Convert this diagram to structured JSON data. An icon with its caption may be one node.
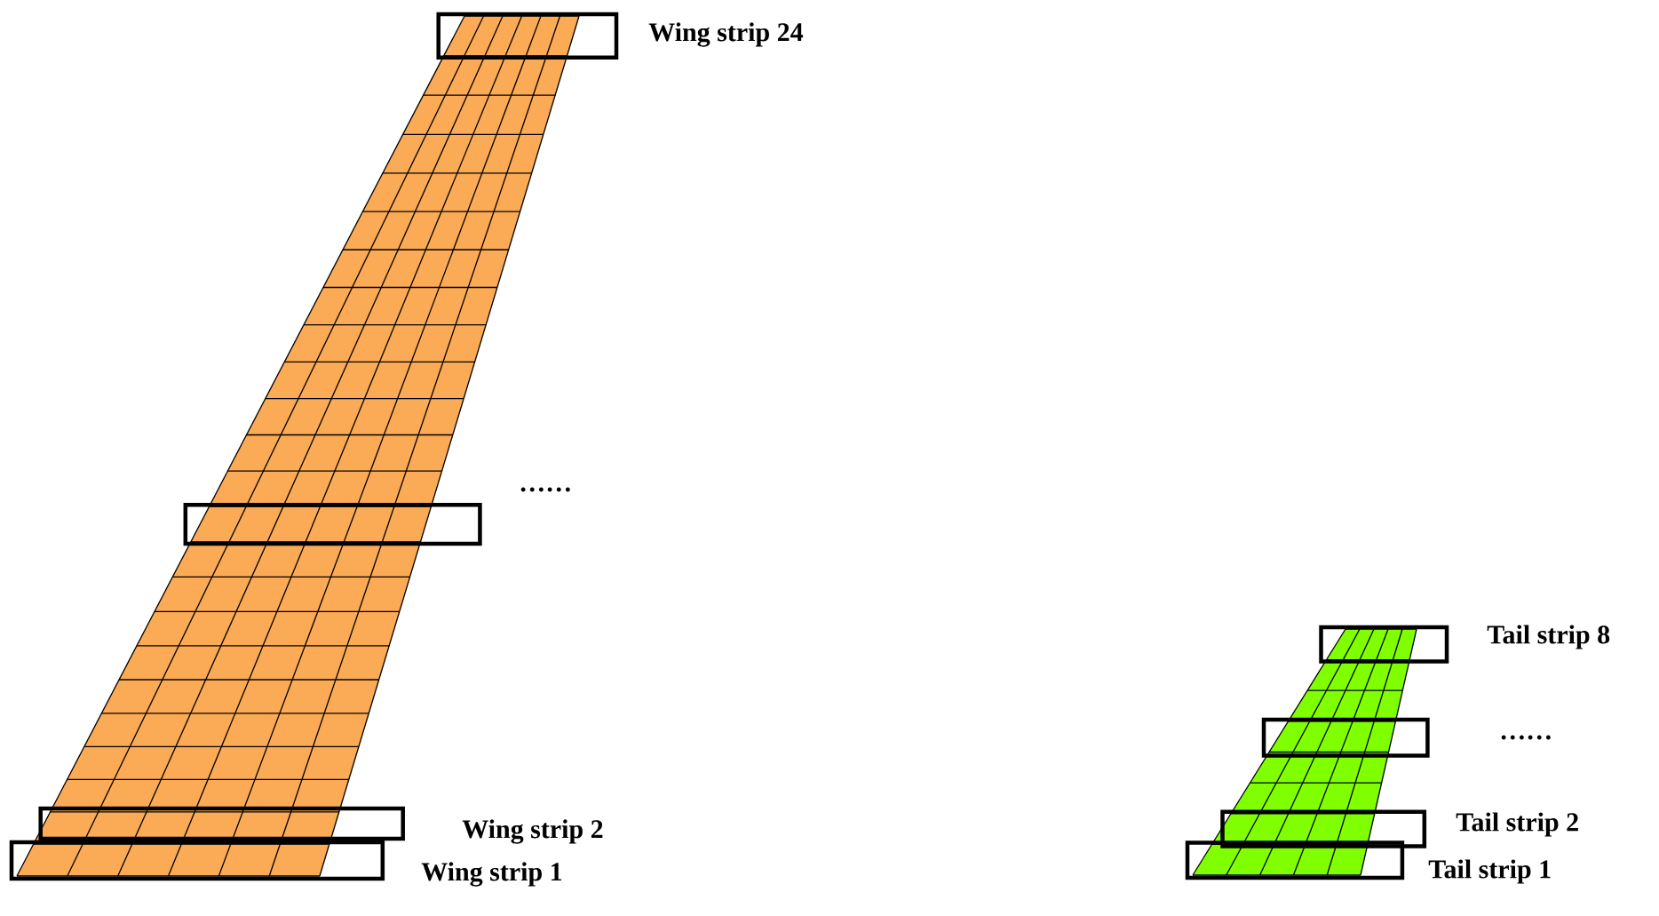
{
  "diagram": {
    "labels": [
      "Wing strip 24",
      "……",
      "Wing strip 2",
      "Wing strip 1",
      "Tail strip 8",
      "……",
      "Tail strip 2",
      "Tail strip 1"
    ]
  }
}
